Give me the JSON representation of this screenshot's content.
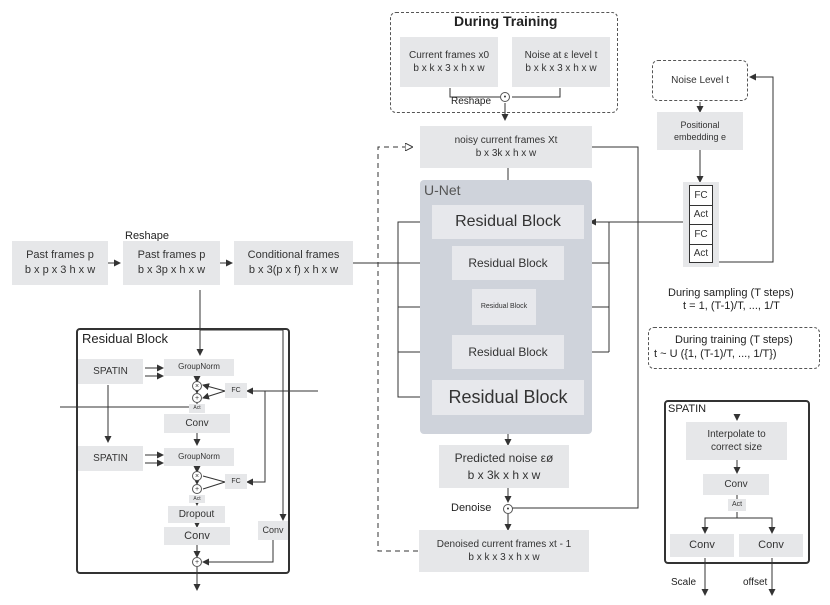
{
  "training": {
    "title": "During Training",
    "current_frames": [
      "Current frames x0",
      "b x k x 3 x h x w"
    ],
    "noise_at_level": [
      "Noise at ε level t",
      "b x k x 3 x h x w"
    ],
    "reshape": "Reshape"
  },
  "noisy": [
    "noisy current frames Xt",
    "b x 3k x h x w"
  ],
  "unet": {
    "label": "U-Net",
    "blocks": [
      "Residual Block",
      "Residual Block",
      "Residual Block",
      "Residual Block",
      "Residual Block"
    ]
  },
  "predicted": [
    "Predicted noise εø",
    "b x 3k x h x w"
  ],
  "denoise": "Denoise",
  "denoised": [
    "Denoised current frames xt - 1",
    "b x k x 3 x h x w"
  ],
  "past_frames": [
    "Past frames p",
    "b x p x 3 h x w"
  ],
  "reshape_label": "Reshape",
  "past_frames2": [
    "Past frames p",
    "b x 3p x h x w"
  ],
  "conditional": [
    "Conditional frames",
    "b x 3(p x f) x h x w"
  ],
  "noise_level": "Noise Level t",
  "positional": [
    "Positional",
    "embedding e"
  ],
  "fc_stack": [
    "FC",
    "Act",
    "FC",
    "Act"
  ],
  "sampling": [
    "During sampling (T steps)",
    "t = 1, (T-1)/T, ..., 1/T"
  ],
  "training_steps": [
    "During training (T steps)",
    "t ~ U ({1, (T-1)/T, ..., 1/T})"
  ],
  "residual_detail": {
    "title": "Residual Block",
    "spatin1": "SPATIN",
    "spatin2": "SPATIN",
    "groupnorm1": "GroupNorm",
    "groupnorm2": "GroupNorm",
    "fc1": "FC",
    "fc2": "FC",
    "act1": "Act",
    "act2": "Act",
    "conv1": "Conv",
    "dropout": "Dropout",
    "conv2": "Conv",
    "conv_skip": "Conv"
  },
  "spatin_detail": {
    "title": "SPATIN",
    "interpolate": [
      "Interpolate to",
      "correct size"
    ],
    "conv": "Conv",
    "act": "Act",
    "conv_left": "Conv",
    "conv_right": "Conv",
    "scale": "Scale",
    "offset": "offset"
  }
}
